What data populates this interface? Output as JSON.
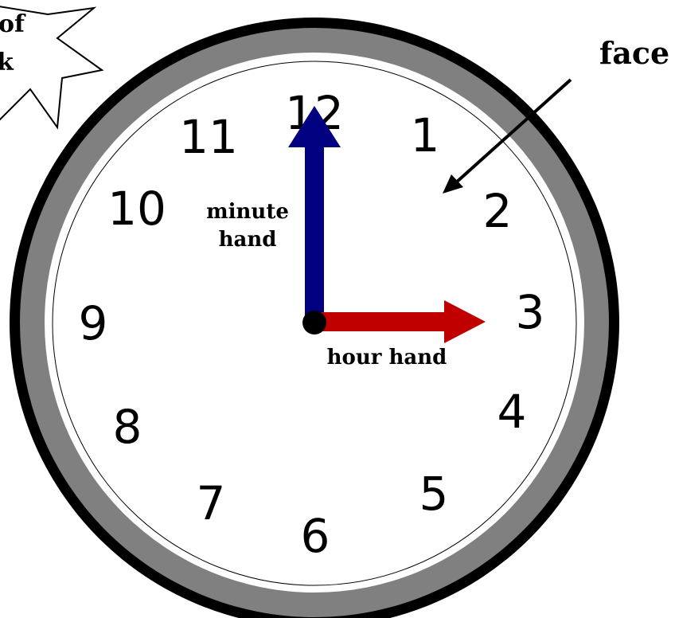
{
  "burst_text": [
    "of",
    "k"
  ],
  "labels": {
    "face": "face",
    "minute_hand": [
      "minute",
      "hand"
    ],
    "hour_hand": "hour hand"
  },
  "numerals": [
    "12",
    "1",
    "2",
    "3",
    "4",
    "5",
    "6",
    "7",
    "8",
    "9",
    "10",
    "11"
  ],
  "time_shown": "3:00",
  "colors": {
    "outer_ring": "#000000",
    "bezel": "#808080",
    "face": "#ffffff",
    "minute_hand": "#000080",
    "hour_hand": "#c00000",
    "hub": "#000000"
  }
}
